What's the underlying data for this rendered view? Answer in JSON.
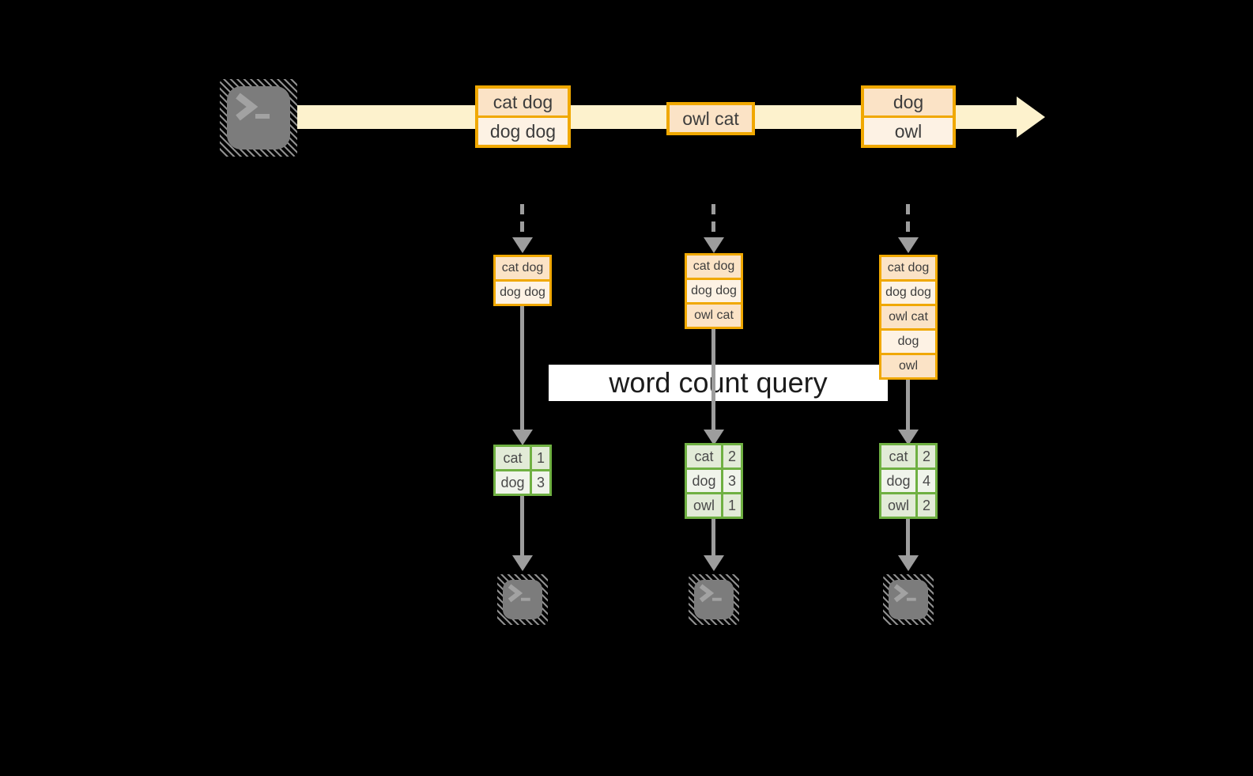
{
  "query_label": "word count query",
  "colors": {
    "background": "#000000",
    "stream_band": "#fdf2cd",
    "event_border": "#f0a800",
    "event_fill_dark": "#fbe3c6",
    "event_fill_light": "#fdf2e4",
    "result_border": "#6fb042",
    "result_fill_dark": "#e2ebd7",
    "result_fill_light": "#f0f4eb",
    "connector_gray": "#9d9d9d",
    "query_box_bg": "#ffffff"
  },
  "icons": {
    "source": "terminal-icon",
    "sink": "terminal-icon",
    "stream_arrowhead": "right-arrowhead-icon",
    "batch_arrowhead": "down-arrowhead-icon"
  },
  "stream_events": [
    {
      "lines": [
        "cat dog",
        "dog dog"
      ]
    },
    {
      "lines": [
        "owl cat"
      ]
    },
    {
      "lines": [
        "dog",
        "owl"
      ]
    }
  ],
  "micro_batches": [
    {
      "input_lines": [
        "cat dog",
        "dog dog"
      ],
      "word_counts": [
        [
          "cat",
          "1"
        ],
        [
          "dog",
          "3"
        ]
      ]
    },
    {
      "input_lines": [
        "cat dog",
        "dog dog",
        "owl cat"
      ],
      "word_counts": [
        [
          "cat",
          "2"
        ],
        [
          "dog",
          "3"
        ],
        [
          "owl",
          "1"
        ]
      ]
    },
    {
      "input_lines": [
        "cat dog",
        "dog dog",
        "owl cat",
        "dog",
        "owl"
      ],
      "word_counts": [
        [
          "cat",
          "2"
        ],
        [
          "dog",
          "4"
        ],
        [
          "owl",
          "2"
        ]
      ]
    }
  ]
}
